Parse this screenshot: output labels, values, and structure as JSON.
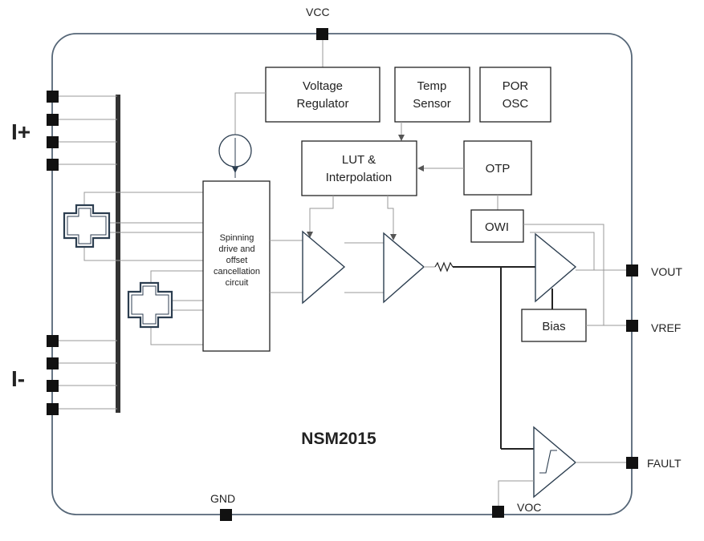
{
  "chip": {
    "name": "NSM2015",
    "colors": {
      "outline": "#556677",
      "line": "#999999",
      "dark": "#222222",
      "pad": "#111111"
    }
  },
  "pins": {
    "vcc": "VCC",
    "gnd": "GND",
    "vout": "VOUT",
    "vref": "VREF",
    "fault": "FAULT",
    "voc": "VOC",
    "i_plus": "I+",
    "i_minus": "I-"
  },
  "blocks": {
    "voltage_regulator": {
      "line1": "Voltage",
      "line2": "Regulator"
    },
    "temp_sensor": {
      "line1": "Temp",
      "line2": "Sensor"
    },
    "por_osc": {
      "line1": "POR",
      "line2": "OSC"
    },
    "lut": {
      "line1": "LUT &",
      "line2": "Interpolation"
    },
    "otp": "OTP",
    "owi": "OWI",
    "bias": "Bias",
    "spinning": [
      "Spinning",
      "drive and",
      "offset",
      "cancellation",
      "circuit"
    ]
  }
}
